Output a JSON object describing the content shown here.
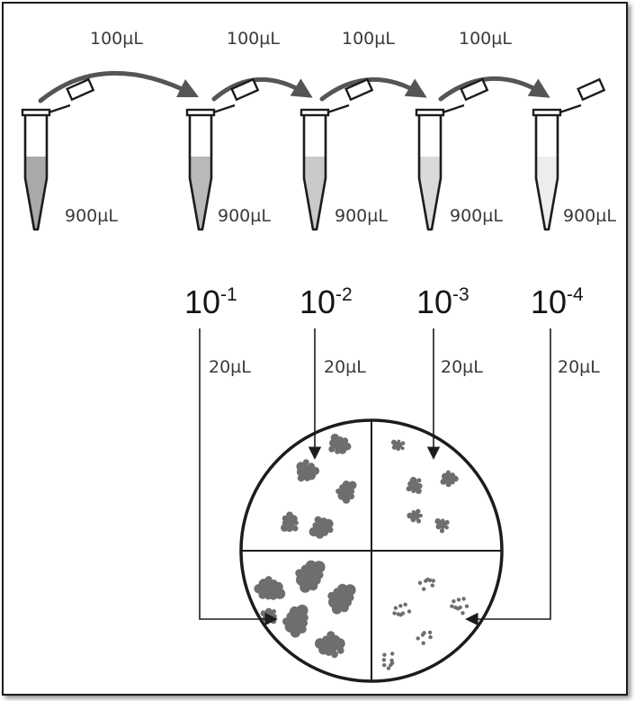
{
  "transfers": [
    "100µL",
    "100µL",
    "100µL",
    "100µL"
  ],
  "tube_volumes": [
    "900µL",
    "900µL",
    "900µL",
    "900µL",
    "900µL"
  ],
  "dilutions": [
    {
      "base": "10",
      "exp": "-1"
    },
    {
      "base": "10",
      "exp": "-2"
    },
    {
      "base": "10",
      "exp": "-3"
    },
    {
      "base": "10",
      "exp": "-4"
    }
  ],
  "spot_volumes": [
    "20µL",
    "20µL",
    "20µL",
    "20µL"
  ],
  "colors": {
    "ink": "#1c1c1c",
    "arrow": "#555555",
    "colony": "#6e6e6e",
    "tube_fills": [
      "#a9a9a9",
      "#b9b9b9",
      "#c9c9c9",
      "#dadada",
      "#ededed"
    ]
  }
}
